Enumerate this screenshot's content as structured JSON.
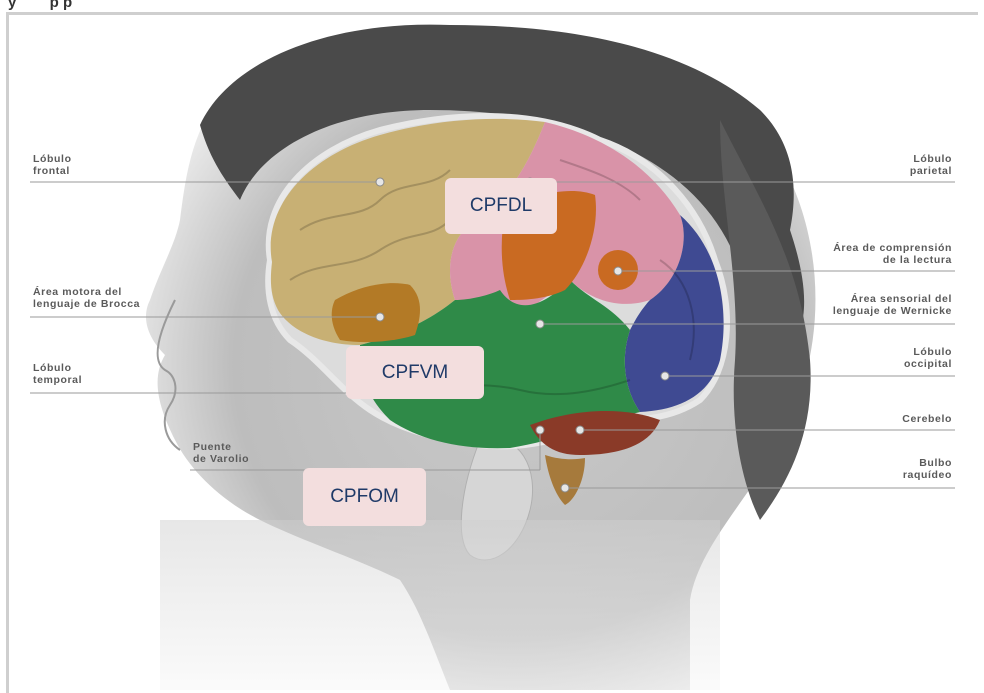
{
  "header_partial": "y        p p",
  "colors": {
    "frontal": "#c8b074",
    "parietal": "#d993a8",
    "temporal": "#2f8a48",
    "occipital": "#3f4a92",
    "brocca": "#b37a26",
    "wernicke": "#c96a22",
    "lectura": "#c96a22",
    "cerebelo": "#8a3a28",
    "bulbo": "#a67a3c",
    "callout_box": "#f3dede",
    "callout_text": "#1f3a68",
    "label_text": "#5a5a5a"
  },
  "labels": {
    "frontal": "Lóbulo\nfrontal",
    "brocca": "Área motora del\nlenguaje de Brocca",
    "temporal": "Lóbulo\ntemporal",
    "varolio": "Puente\nde Varolio",
    "parietal": "Lóbulo\nparietal",
    "lectura": "Área de comprensión\nde la lectura",
    "wernicke": "Área sensorial del\nlenguaje de Wernicke",
    "occipital": "Lóbulo\noccipital",
    "cerebelo": "Cerebelo",
    "bulbo": "Bulbo\nraquídeo"
  },
  "callouts": {
    "cpfdl": "CPFDL",
    "cpfvm": "CPFVM",
    "cpfom": "CPFOM"
  }
}
